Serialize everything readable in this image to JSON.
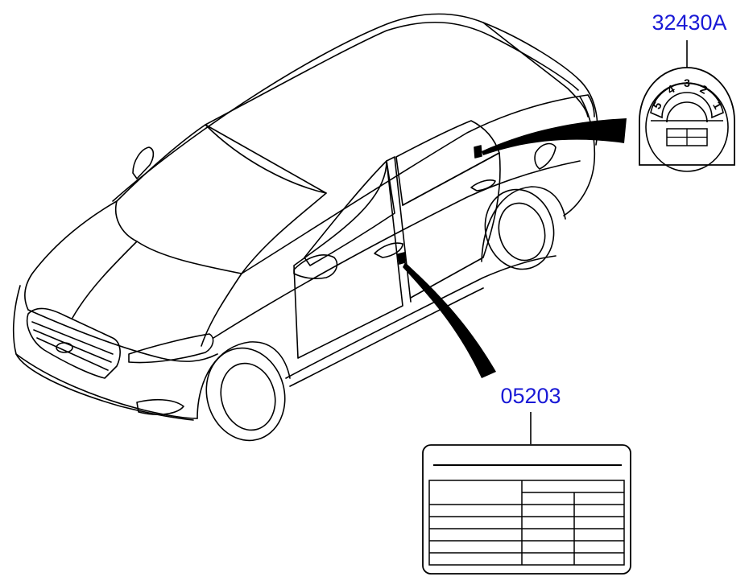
{
  "colors": {
    "callout_text": "#1a1ad6",
    "line_art": "#000000",
    "background": "#ffffff"
  },
  "callouts": [
    {
      "part_number": "32430A",
      "description_icon": "tire-pressure-dial-label-icon"
    },
    {
      "part_number": "05203",
      "description_icon": "vehicle-information-table-label-icon"
    }
  ],
  "tire_dial_numbers": [
    "5",
    "4",
    "3",
    "2",
    "1"
  ]
}
